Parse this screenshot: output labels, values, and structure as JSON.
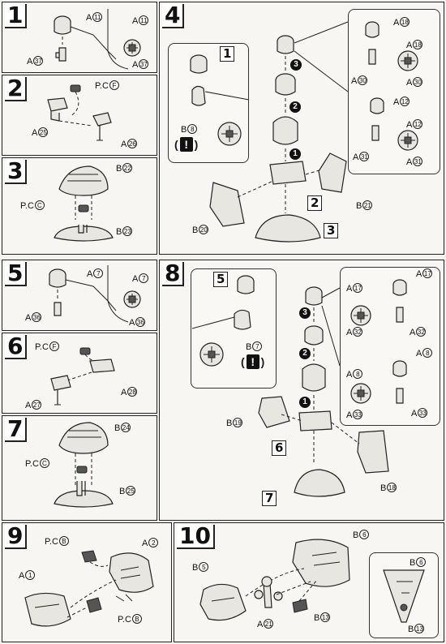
{
  "steps": {
    "s1": {
      "num": "1",
      "labels": {
        "a11_top": "A",
        "a11_top_n": "11",
        "a11_inset": "A",
        "a11_inset_n": "11",
        "a37_left": "A",
        "a37_left_n": "37",
        "a37_inset": "A",
        "a37_inset_n": "37"
      }
    },
    "s2": {
      "num": "2",
      "labels": {
        "pc": "P.C",
        "pc_n": "F",
        "a25": "A",
        "a25_n": "25",
        "a26": "A",
        "a26_n": "26"
      }
    },
    "s3": {
      "num": "3",
      "labels": {
        "b22": "B",
        "b22_n": "22",
        "pc": "P.C",
        "pc_n": "C",
        "b23": "B",
        "b23_n": "23"
      }
    },
    "s4": {
      "num": "4",
      "sub_ref_1": "1",
      "sub_ref_2": "2",
      "sub_ref_3": "3",
      "warn_open": "(",
      "warn_mark": "!",
      "warn_close": ")",
      "labels": {
        "a18_a": "A",
        "a18_a_n": "18",
        "a18_b": "A",
        "a18_b_n": "18",
        "a30_a": "A",
        "a30_a_n": "30",
        "a30_b": "A",
        "a30_b_n": "30",
        "a12_a": "A",
        "a12_a_n": "12",
        "a12_b": "A",
        "a12_b_n": "12",
        "a31_a": "A",
        "a31_a_n": "31",
        "a31_b": "A",
        "a31_b_n": "31",
        "b8": "B",
        "b8_n": "8",
        "b21": "B",
        "b21_n": "21",
        "b20": "B",
        "b20_n": "20"
      },
      "order": [
        "3",
        "2",
        "1"
      ]
    },
    "s5": {
      "num": "5",
      "labels": {
        "a7_top": "A",
        "a7_top_n": "7",
        "a7_inset": "A",
        "a7_inset_n": "7",
        "a36_left": "A",
        "a36_left_n": "36",
        "a36_inset": "A",
        "a36_inset_n": "36"
      }
    },
    "s6": {
      "num": "6",
      "labels": {
        "pc": "P.C",
        "pc_n": "F",
        "a28": "A",
        "a28_n": "28",
        "a27": "A",
        "a27_n": "27"
      }
    },
    "s7": {
      "num": "7",
      "labels": {
        "b24": "B",
        "b24_n": "24",
        "pc": "P.C",
        "pc_n": "C",
        "b25": "B",
        "b25_n": "25"
      }
    },
    "s8": {
      "num": "8",
      "sub_ref_5": "5",
      "sub_ref_6": "6",
      "sub_ref_7": "7",
      "warn_open": "(",
      "warn_mark": "!",
      "warn_close": ")",
      "labels": {
        "a17_a": "A",
        "a17_a_n": "17",
        "a17_b": "A",
        "a17_b_n": "17",
        "a32_a": "A",
        "a32_a_n": "32",
        "a32_b": "A",
        "a32_b_n": "32",
        "a8_a": "A",
        "a8_a_n": "8",
        "a8_b": "A",
        "a8_b_n": "8",
        "a33_a": "A",
        "a33_a_n": "33",
        "a33_b": "A",
        "a33_b_n": "33",
        "b7": "B",
        "b7_n": "7",
        "b19": "B",
        "b19_n": "19",
        "b18": "B",
        "b18_n": "18"
      },
      "order": [
        "3",
        "2",
        "1"
      ]
    },
    "s9": {
      "num": "9",
      "labels": {
        "pc_top": "P.C",
        "pc_top_n": "B",
        "a2": "A",
        "a2_n": "2",
        "a1": "A",
        "a1_n": "1",
        "pc_bot": "P.C",
        "pc_bot_n": "B"
      }
    },
    "s10": {
      "num": "10",
      "labels": {
        "b6": "B",
        "b6_n": "6",
        "b5": "B",
        "b5_n": "5",
        "a21": "A",
        "a21_n": "21",
        "b13": "B",
        "b13_n": "13",
        "b6_inset": "B",
        "b6_inset_n": "6",
        "b13_inset": "B",
        "b13_inset_n": "13"
      }
    }
  }
}
